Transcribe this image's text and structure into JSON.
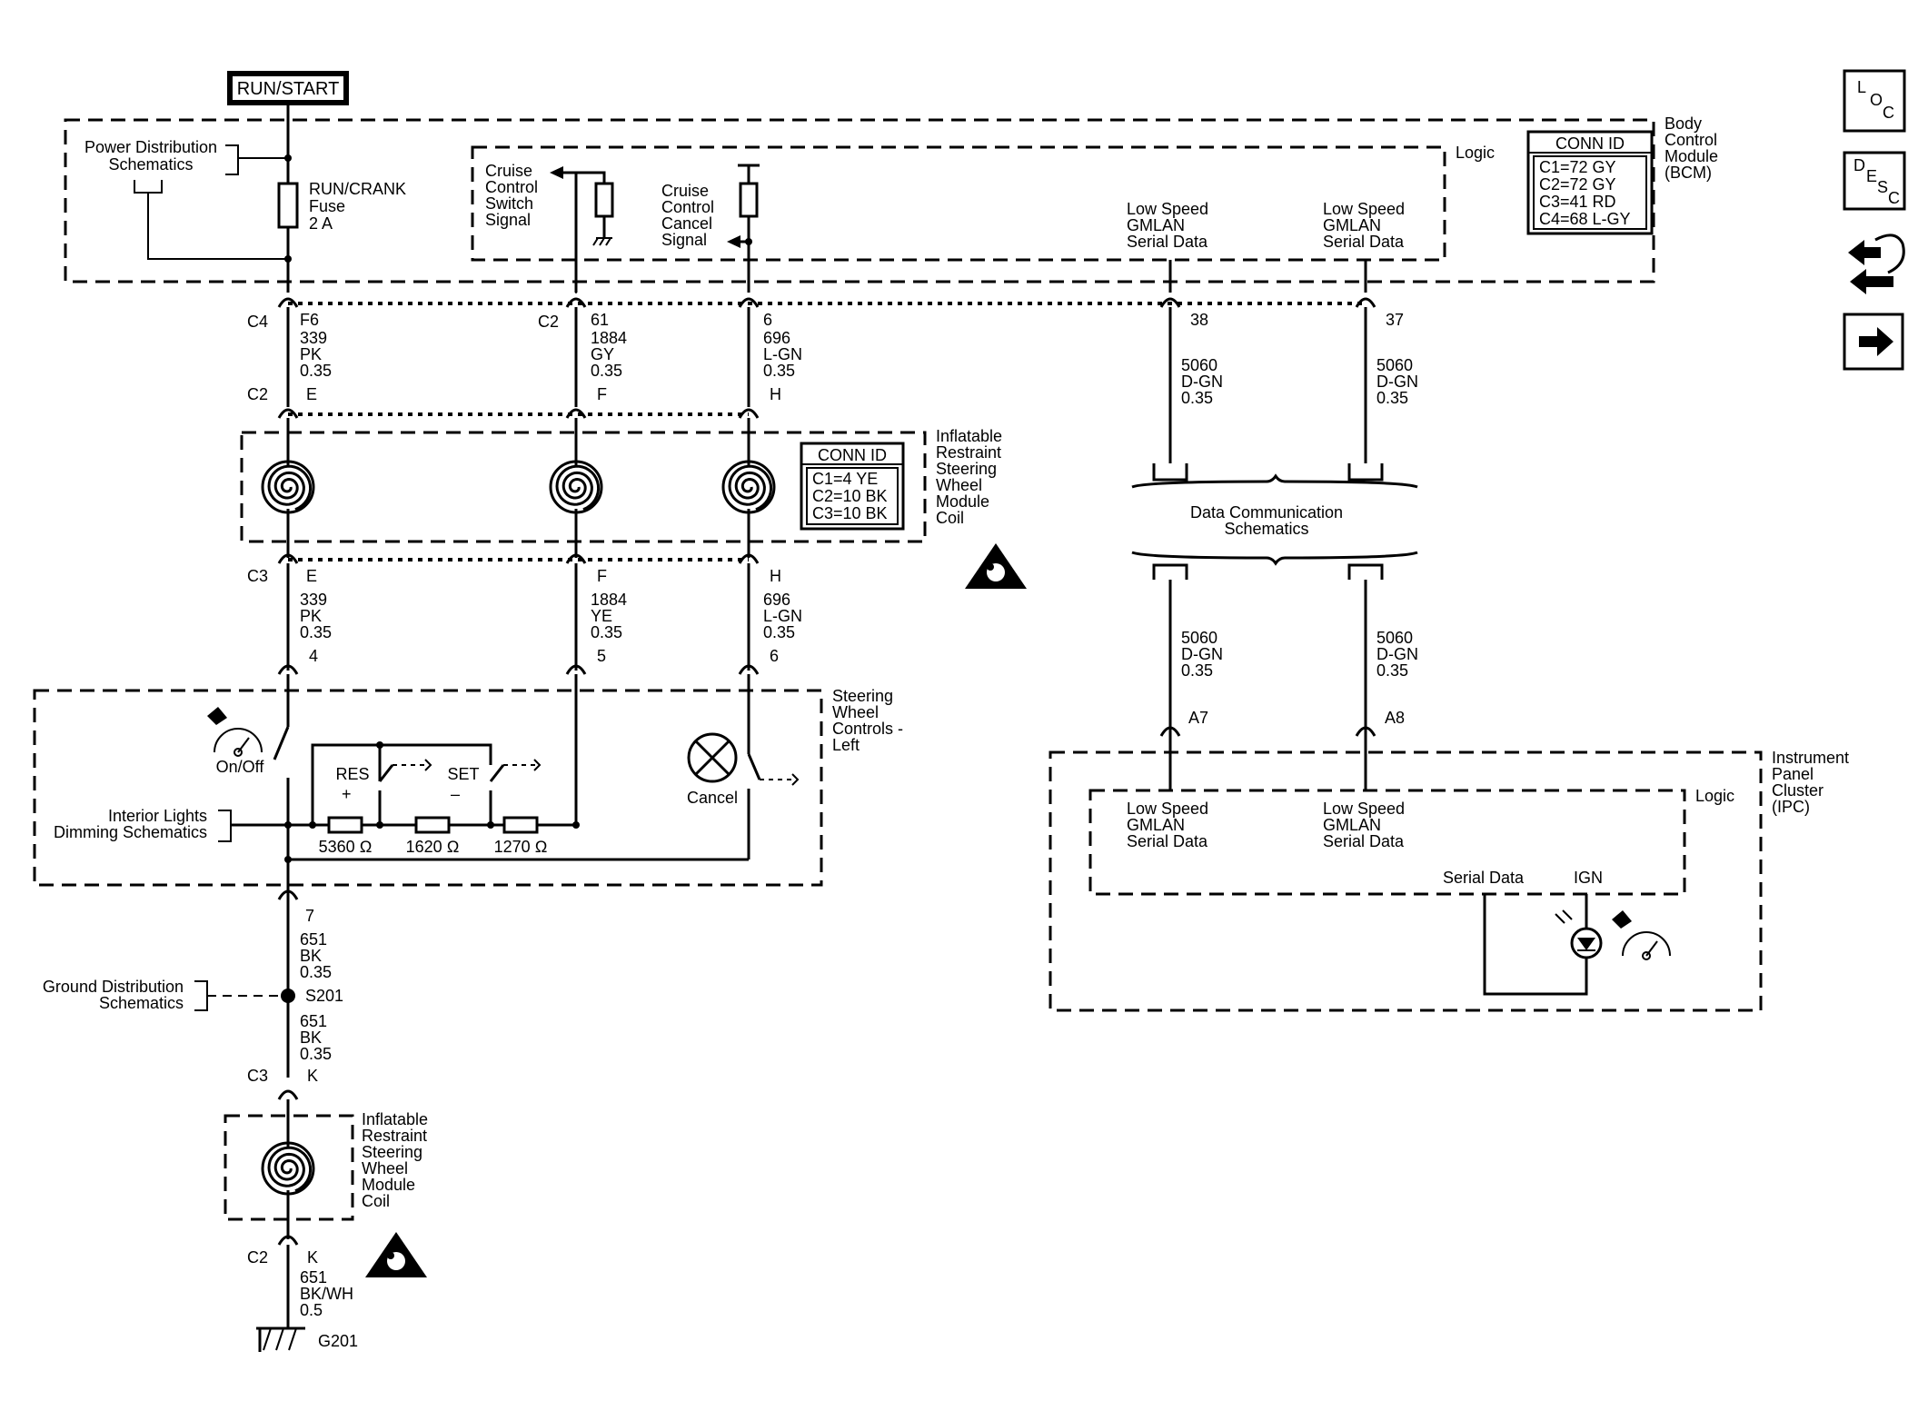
{
  "power": {
    "label": "RUN/START"
  },
  "bcm": {
    "title": [
      "Body",
      "Control",
      "Module",
      "(BCM)"
    ],
    "logic_label": "Logic",
    "power_dist": [
      "Power Distribution",
      "Schematics"
    ],
    "fuse": [
      "RUN/CRANK",
      "Fuse",
      "2 A"
    ],
    "cruise_switch_signal": [
      "Cruise",
      "Control",
      "Switch",
      "Signal"
    ],
    "cruise_cancel_signal": [
      "Cruise",
      "Control",
      "Cancel",
      "Signal"
    ],
    "gmlan_a": [
      "Low Speed",
      "GMLAN",
      "Serial Data"
    ],
    "gmlan_b": [
      "Low Speed",
      "GMLAN",
      "Serial Data"
    ],
    "conn_id": {
      "title": "CONN ID",
      "rows": [
        "C1=72 GY",
        "C2=72 GY",
        "C3=41 RD",
        "C4=68 L-GY"
      ]
    }
  },
  "bcm_pins": {
    "c4": "C4",
    "c2": "C2",
    "pin1": [
      "F6",
      "339",
      "PK",
      "0.35"
    ],
    "pin2": [
      "61",
      "1884",
      "GY",
      "0.35"
    ],
    "pin3": [
      "6",
      "696",
      "L-GN",
      "0.35"
    ],
    "pin4": "38",
    "pin5": "37",
    "can_wire": [
      "5060",
      "D-GN",
      "0.35"
    ]
  },
  "coil_top": {
    "title": [
      "Inflatable",
      "Restraint",
      "Steering",
      "Wheel",
      "Module",
      "Coil"
    ],
    "c2": "C2",
    "c3": "C3",
    "top_pins": [
      "E",
      "F",
      "H"
    ],
    "bottom_pins": [
      "E",
      "F",
      "H"
    ],
    "conn_id": {
      "title": "CONN ID",
      "rows": [
        "C1=4 YE",
        "C2=10 BK",
        "C3=10 BK"
      ]
    }
  },
  "coil_wires": {
    "w1": [
      "339",
      "PK",
      "0.35"
    ],
    "w2": [
      "1884",
      "YE",
      "0.35"
    ],
    "w3": [
      "696",
      "L-GN",
      "0.35"
    ],
    "pins": [
      "4",
      "5",
      "6"
    ]
  },
  "swc": {
    "title": [
      "Steering",
      "Wheel",
      "Controls -",
      "Left"
    ],
    "onoff": "On/Off",
    "res": [
      "RES",
      "+"
    ],
    "set": [
      "SET",
      "–"
    ],
    "cancel": "Cancel",
    "resistors": [
      "5360 Ω",
      "1620 Ω",
      "1270 Ω"
    ],
    "interior_lights": [
      "Interior Lights",
      "Dimming Schematics"
    ]
  },
  "ground": {
    "pin7": "7",
    "w1": [
      "651",
      "BK",
      "0.35"
    ],
    "splice": "S201",
    "ground_dist": [
      "Ground Distribution",
      "Schematics"
    ],
    "w2": [
      "651",
      "BK",
      "0.35"
    ],
    "c3": "C3",
    "k1": "K",
    "c2": "C2",
    "k2": "K",
    "w3": [
      "651",
      "BK/WH",
      "0.5"
    ],
    "g": "G201"
  },
  "coil_bottom": {
    "title": [
      "Inflatable",
      "Restraint",
      "Steering",
      "Wheel",
      "Module",
      "Coil"
    ]
  },
  "data_comm": [
    "Data Communication",
    "Schematics"
  ],
  "ipc": {
    "title": [
      "Instrument",
      "Panel",
      "Cluster",
      "(IPC)"
    ],
    "logic_label": "Logic",
    "pin_a": "A7",
    "pin_b": "A8",
    "gmlan_a": [
      "Low Speed",
      "GMLAN",
      "Serial Data"
    ],
    "gmlan_b": [
      "Low Speed",
      "GMLAN",
      "Serial Data"
    ],
    "serial_data": "Serial Data",
    "ign": "IGN"
  },
  "nav": {
    "loc": [
      "L",
      "O",
      "C"
    ],
    "desc": [
      "D",
      "E",
      "S",
      "C"
    ]
  }
}
